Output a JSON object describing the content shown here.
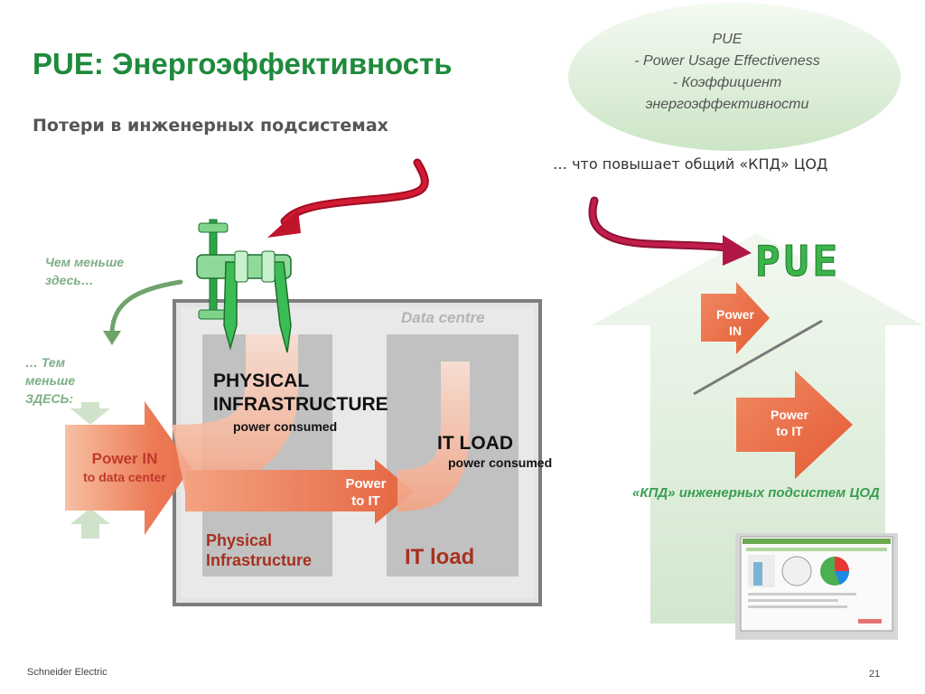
{
  "slide": {
    "title": "PUE: Энергоэффективность",
    "subtitle": "Потери в инженерных подсистемах",
    "footer": "Schneider Electric",
    "page_number": "21"
  },
  "definition": {
    "line1": "PUE",
    "line2": "- Power Usage Effectiveness",
    "line3": "- Коэффициент",
    "line4": "энергоэффективности"
  },
  "notes": {
    "right_top": "… что повышает общий «КПД» ЦОД",
    "less_here_1": "Чем меньше",
    "less_here_2": "здесь…",
    "less_there_1": "… Тем",
    "less_there_2": "меньше",
    "less_there_3": "ЗДЕСЬ:"
  },
  "diagram": {
    "data_centre": "Data centre",
    "physical_infra_1": "PHYSICAL",
    "physical_infra_2": "INFRASTRUCTURE",
    "physical_infra_sub": "power consumed",
    "it_load": "IT LOAD",
    "it_load_sub": "power consumed",
    "power_in_1": "Power IN",
    "power_in_2": "to data center",
    "power_to_it_1": "Power",
    "power_to_it_2": "to IT",
    "physical_bottom_1": "Physical",
    "physical_bottom_2": "Infrastructure",
    "it_load_bottom": "IT load"
  },
  "pue_panel": {
    "heading": "PUE",
    "power_in_1": "Power",
    "power_in_2": "IN",
    "power_to_it_1": "Power",
    "power_to_it_2": "to IT",
    "caption": "«КПД» инженерных подсистем ЦОД"
  },
  "colors": {
    "title_green": "#1f8a3c",
    "arrow_orange": "#e8704f",
    "red_arrow": "#c0142a",
    "oval_green": "#d8ecd3"
  }
}
